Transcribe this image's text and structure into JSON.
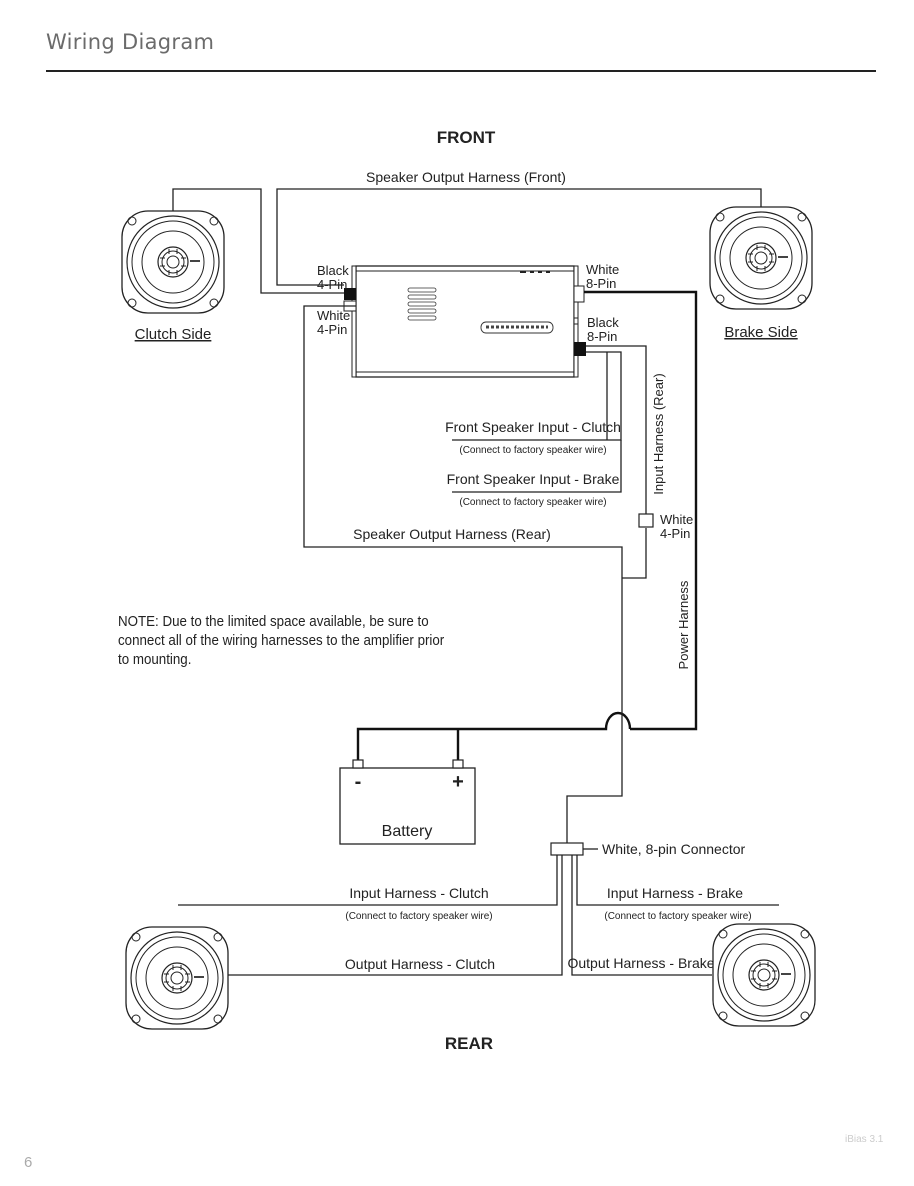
{
  "header": {
    "title": "Wiring Diagram"
  },
  "labels": {
    "front": "FRONT",
    "rear": "REAR",
    "speaker_output_front": "Speaker Output Harness (Front)",
    "clutch_side": "Clutch Side",
    "brake_side": "Brake Side",
    "black_4pin_a": "Black",
    "black_4pin_b": "4-Pin",
    "white_4pin_a": "White",
    "white_4pin_b": "4-Pin",
    "white_8pin_a": "White",
    "white_8pin_b": "8-Pin",
    "black_8pin_a": "Black",
    "black_8pin_b": "8-Pin",
    "input_harness_rear": "Input Harness (Rear)",
    "front_input_clutch": "Front Speaker Input - Clutch",
    "front_input_clutch_note": "(Connect to factory speaker wire)",
    "front_input_brake": "Front Speaker Input - Brake",
    "front_input_brake_note": "(Connect to factory speaker wire)",
    "white_4pin2_a": "White",
    "white_4pin2_b": "4-Pin",
    "speaker_output_rear": "Speaker Output Harness (Rear)",
    "power_harness": "Power Harness",
    "battery": "Battery",
    "battery_neg": "-",
    "battery_pos": "+",
    "white_8pin_connector": "White, 8-pin Connector",
    "input_harness_clutch": "Input Harness - Clutch",
    "input_harness_clutch_note": "(Connect to factory speaker wire)",
    "input_harness_brake": "Input Harness - Brake",
    "input_harness_brake_note": "(Connect to factory speaker wire)",
    "output_harness_clutch": "Output Harness - Clutch",
    "output_harness_brake": "Output Harness - Brake"
  },
  "note": "NOTE: Due to the limited space available, be sure to connect all of the wiring harnesses to the amplifier prior to mounting.",
  "footer": {
    "page_number": "6",
    "page_code": "iBias 3.1"
  }
}
